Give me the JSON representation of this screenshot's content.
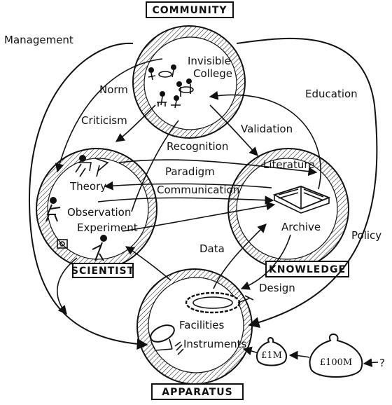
{
  "boxes": {
    "community": "COMMUNITY",
    "scientist": "SCIENTIST",
    "knowledge": "KNOWLEDGE",
    "apparatus": "APPARATUS"
  },
  "labels": {
    "invisible": "Invisible",
    "college": "College",
    "theory": "Theory",
    "observation": "Observation",
    "experiment": "Experiment",
    "literature": "Literature",
    "archive": "Archive",
    "facilities": "Facilities",
    "instruments": "Instruments",
    "management": "Management",
    "norm": "Norm",
    "criticism": "Criticism",
    "validation": "Validation",
    "education": "Education",
    "recognition": "Recognition",
    "paradigm": "Paradigm",
    "communication": "Communication",
    "policy": "Policy",
    "data": "Data",
    "design": "Design",
    "bag_small": "£1M",
    "bag_large": "£100M",
    "question": "?"
  }
}
